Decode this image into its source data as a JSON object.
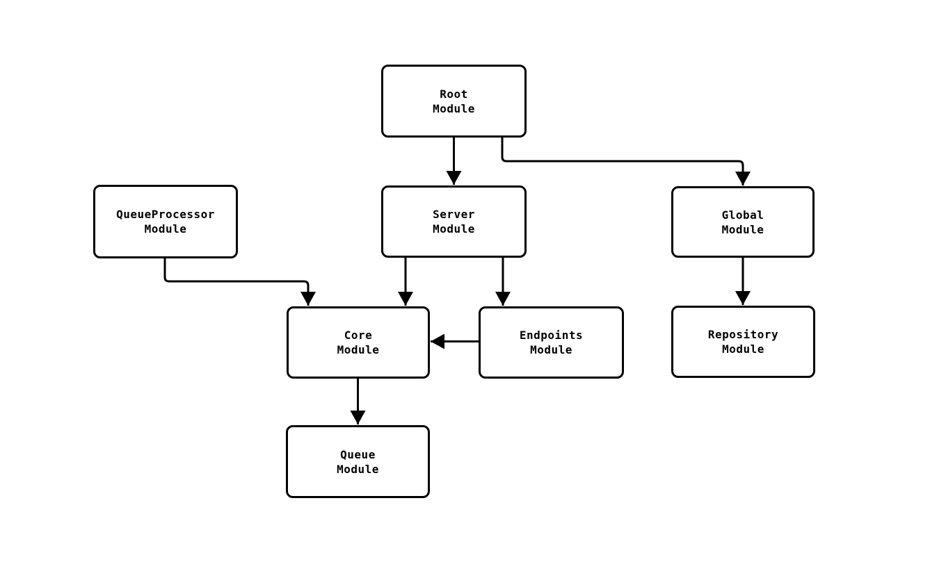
{
  "diagram": {
    "type": "module-dependency-graph",
    "background_color": "#ffffff",
    "stroke_color": "#000000",
    "node_fill_color": "#ffffff",
    "text_color": "#000000",
    "nodes": [
      {
        "id": "root",
        "line1": "Root",
        "line2": "Module"
      },
      {
        "id": "queueprocessor",
        "line1": "QueueProcessor",
        "line2": "Module"
      },
      {
        "id": "server",
        "line1": "Server",
        "line2": "Module"
      },
      {
        "id": "global",
        "line1": "Global",
        "line2": "Module"
      },
      {
        "id": "core",
        "line1": "Core",
        "line2": "Module"
      },
      {
        "id": "endpoints",
        "line1": "Endpoints",
        "line2": "Module"
      },
      {
        "id": "repository",
        "line1": "Repository",
        "line2": "Module"
      },
      {
        "id": "queue",
        "line1": "Queue",
        "line2": "Module"
      }
    ],
    "edges": [
      {
        "from": "Root Module",
        "to": "Server Module"
      },
      {
        "from": "Root Module",
        "to": "Global Module"
      },
      {
        "from": "QueueProcessor Module",
        "to": "Core Module"
      },
      {
        "from": "Server Module",
        "to": "Core Module"
      },
      {
        "from": "Server Module",
        "to": "Endpoints Module"
      },
      {
        "from": "Endpoints Module",
        "to": "Core Module"
      },
      {
        "from": "Global Module",
        "to": "Repository Module"
      },
      {
        "from": "Core Module",
        "to": "Queue Module"
      }
    ]
  }
}
